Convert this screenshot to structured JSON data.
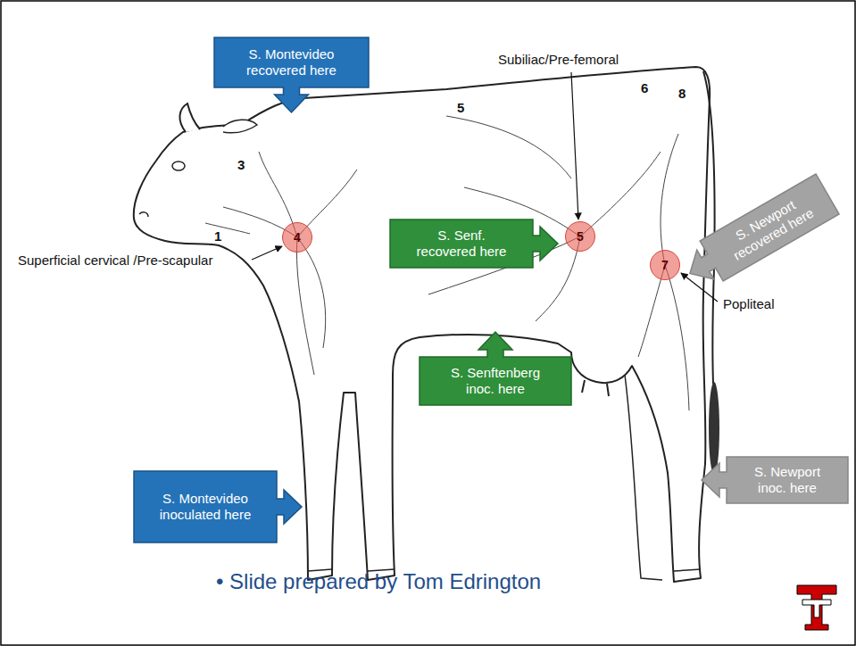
{
  "diagram": {
    "nodes": [
      {
        "text": [
          "S. Montevideo recovered here"
        ]
      },
      {
        "text": [
          "4"
        ]
      },
      {
        "text": [
          "S. Senf. recovered here"
        ]
      },
      {
        "text": [
          "5"
        ]
      },
      {
        "text": [
          "S. Newport recovered here"
        ]
      },
      {
        "text": [
          "7"
        ]
      },
      {
        "text": [
          "S. Senftenberg inoc. here"
        ]
      },
      {
        "text": [
          "S. Newport inoc. here"
        ]
      },
      {
        "text": [
          "S. Montevideo inoculated here"
        ]
      }
    ],
    "labels": [
      "Subiliac/Pre-femoral",
      "Superficial cervical /Pre-scapular",
      "Popliteal",
      "1",
      "3",
      "5",
      "6",
      "8",
      "• Slide prepared by Tom Edrington"
    ]
  }
}
